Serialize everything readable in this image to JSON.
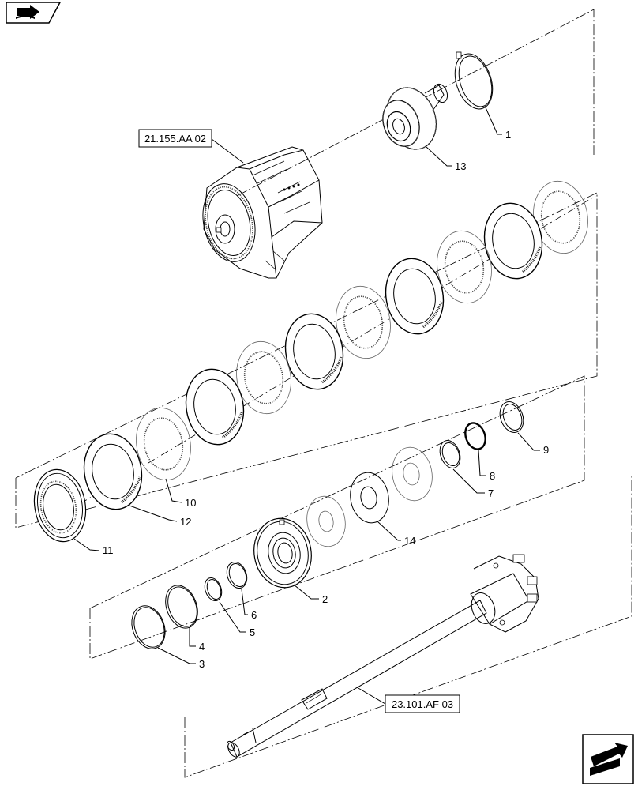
{
  "diagram": {
    "ref_labels": {
      "housing": "21.155.AA 02",
      "shaft": "23.101.AF 03"
    },
    "callouts": {
      "c1": "1",
      "c2": "2",
      "c3": "3",
      "c4": "4",
      "c5": "5",
      "c6": "6",
      "c7": "7",
      "c8": "8",
      "c9": "9",
      "c10": "10",
      "c11": "11",
      "c12": "12",
      "c13": "13",
      "c14": "14"
    },
    "icons": {
      "top_left": "book-arrow-icon",
      "bottom_right": "next-page-arrow-icon"
    }
  }
}
